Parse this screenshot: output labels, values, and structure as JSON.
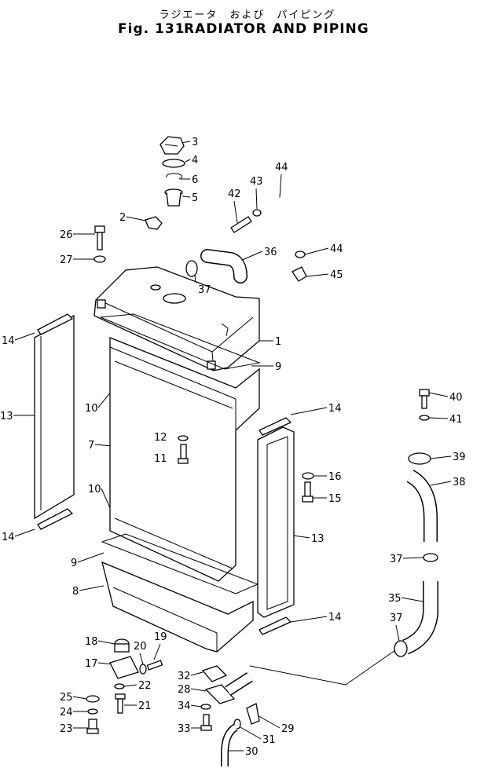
{
  "figure": {
    "title_jp": "ラジエータ　および　パイピング",
    "fig_label": "Fig. 131",
    "title_en": "RADIATOR AND PIPING"
  },
  "callouts": [
    "1",
    "2",
    "3",
    "4",
    "5",
    "6",
    "7",
    "8",
    "9",
    "9",
    "10",
    "10",
    "11",
    "12",
    "13",
    "13",
    "14",
    "14",
    "14",
    "14",
    "15",
    "16",
    "17",
    "18",
    "19",
    "20",
    "21",
    "22",
    "23",
    "24",
    "25",
    "26",
    "27",
    "28",
    "29",
    "30",
    "31",
    "32",
    "33",
    "34",
    "35",
    "36",
    "37",
    "37",
    "37",
    "38",
    "39",
    "40",
    "41",
    "42",
    "43",
    "44",
    "44",
    "45"
  ]
}
